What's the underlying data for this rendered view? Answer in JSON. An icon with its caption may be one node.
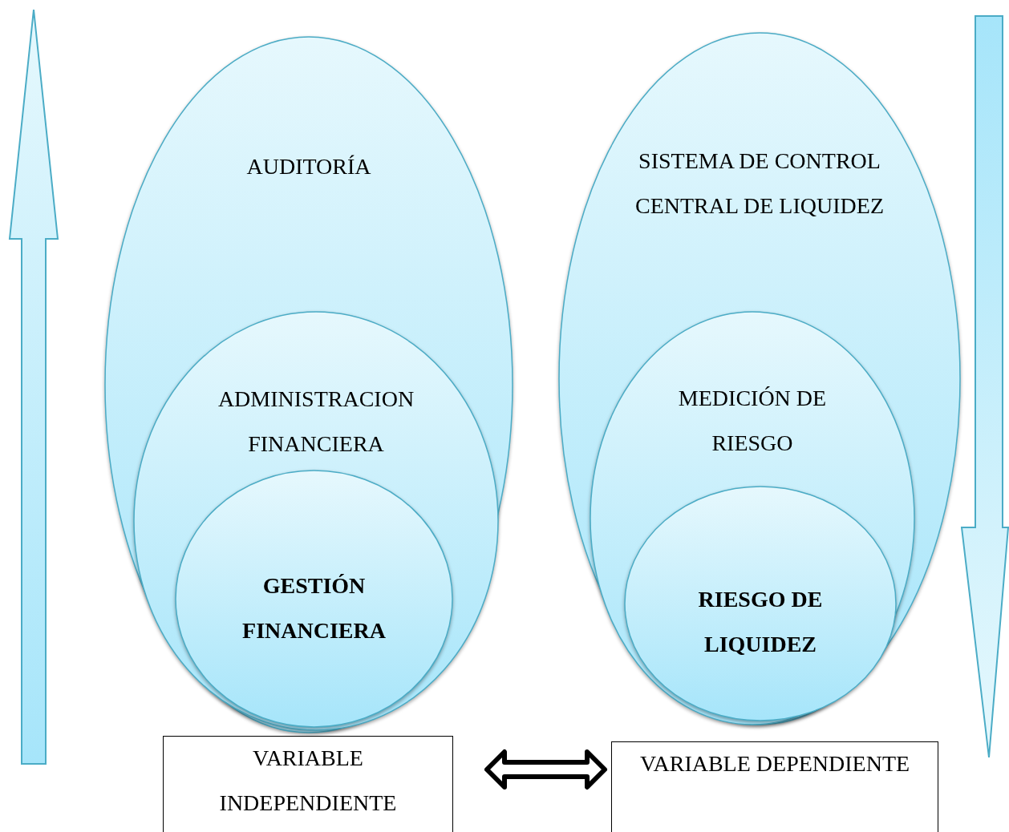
{
  "diagram": {
    "nodes": [
      {
        "text": [
          "AUDITORÍA"
        ]
      },
      {
        "text": [
          "ADMINISTRACION FINANCIERA"
        ],
        "in": 0
      },
      {
        "text": [
          "GESTIÓN FINANCIERA"
        ],
        "in": 1
      },
      {
        "text": [
          "SISTEMA DE CONTROL CENTRAL DE LIQUIDEZ"
        ]
      },
      {
        "text": [
          "MEDICIÓN DE RIESGO"
        ],
        "in": 3
      },
      {
        "text": [
          "RIESGO DE LIQUIDEZ"
        ],
        "in": 4
      },
      {
        "text": [
          "VARIABLE INDEPENDIENTE"
        ]
      },
      {
        "text": [
          "VARIABLE DEPENDIENTE"
        ]
      }
    ],
    "edges": [
      {
        "from": 6,
        "to": 7,
        "arrow": "both"
      }
    ]
  }
}
